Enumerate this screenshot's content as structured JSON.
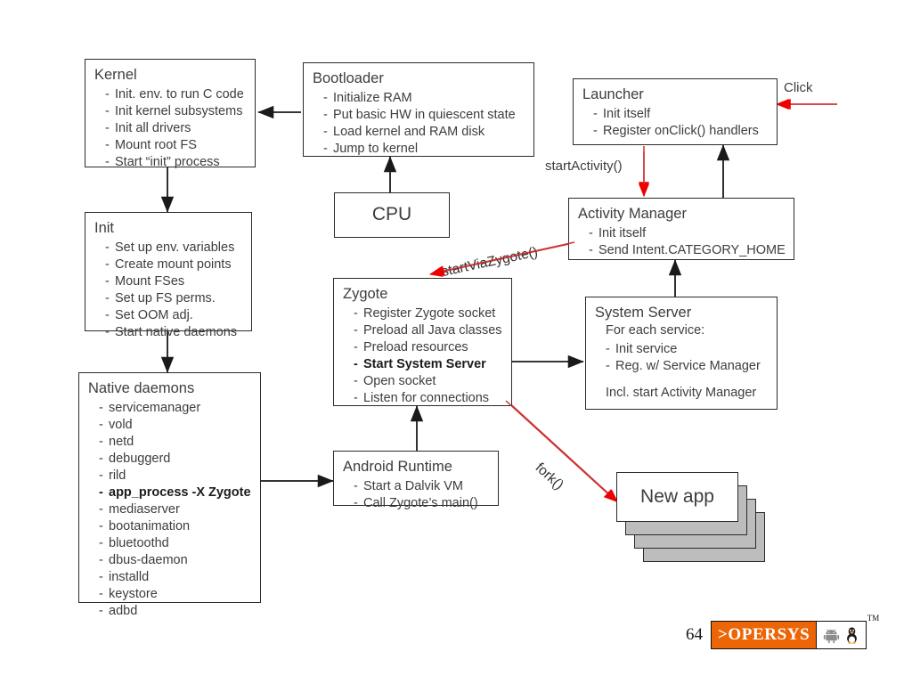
{
  "diagram": {
    "title": "Android boot sequence",
    "colors": {
      "box_border": "#2b2b2b",
      "arrow_black": "#1a1a1a",
      "arrow_red": "#ee0000",
      "red_line": "#b04a4a",
      "brand_orange": "#ec6608",
      "card_gray": "#bdbdbd"
    },
    "boxes": [
      {
        "id": "kernel",
        "title": "Kernel",
        "items": [
          "Init. env. to run C code",
          "Init kernel subsystems",
          "Init all drivers",
          "Mount root FS",
          "Start “init” process"
        ]
      },
      {
        "id": "bootloader",
        "title": "Bootloader",
        "items": [
          "Initialize RAM",
          "Put basic HW in quiescent state",
          "Load kernel and RAM disk",
          "Jump to kernel"
        ]
      },
      {
        "id": "cpu",
        "title": "CPU",
        "items": []
      },
      {
        "id": "init",
        "title": "Init",
        "items": [
          "Set up env. variables",
          "Create mount points",
          "Mount FSes",
          "Set up FS perms.",
          "Set OOM adj.",
          "Start native daemons"
        ]
      },
      {
        "id": "native-daemons",
        "title": "Native daemons",
        "items": [
          "servicemanager",
          "vold",
          "netd",
          "debuggerd",
          "rild",
          "app_process -X Zygote",
          "mediaserver",
          "bootanimation",
          "bluetoothd",
          "dbus-daemon",
          "installd",
          "keystore",
          "adbd"
        ],
        "bold_items": [
          "app_process -X Zygote"
        ]
      },
      {
        "id": "android-runtime",
        "title": "Android Runtime",
        "items": [
          "Start a Dalvik VM",
          "Call Zygote’s main()"
        ]
      },
      {
        "id": "zygote",
        "title": "Zygote",
        "items": [
          "Register Zygote socket",
          "Preload all Java classes",
          "Preload resources",
          "Start System Server",
          "Open socket",
          "Listen for connections"
        ],
        "bold_items": [
          "Start System Server"
        ]
      },
      {
        "id": "system-server",
        "title": "System Server",
        "lead": "For each service:",
        "items": [
          "Init service",
          "Reg. w/ Service Manager"
        ],
        "footnote": "Incl. start Activity Manager"
      },
      {
        "id": "activity-manager",
        "title": "Activity Manager",
        "items": [
          "Init itself",
          "Send Intent.CATEGORY_HOME"
        ]
      },
      {
        "id": "launcher",
        "title": "Launcher",
        "items": [
          "Init itself",
          "Register onClick() handlers"
        ]
      },
      {
        "id": "new-app",
        "title": "New app",
        "items": []
      }
    ],
    "edge_labels": [
      {
        "id": "click",
        "text": "Click"
      },
      {
        "id": "start-activity",
        "text": "startActivity()"
      },
      {
        "id": "start-via-zygote",
        "text": "startViaZygote()"
      },
      {
        "id": "fork",
        "text": "fork()"
      }
    ]
  },
  "footer": {
    "page_number": "64",
    "logo_text": ">OPERSYS",
    "trademark": "TM",
    "icons": [
      "android-robot-icon",
      "linux-penguin-icon"
    ]
  }
}
